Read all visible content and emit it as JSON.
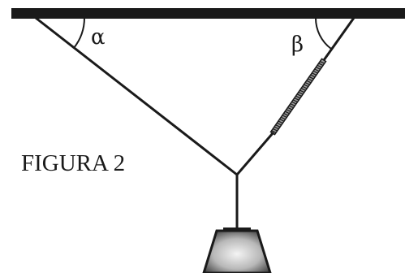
{
  "figure": {
    "label": "FIGURA 2",
    "angle_left": "α",
    "angle_right": "β"
  },
  "colors": {
    "line": "#1a1a1a",
    "ceiling": "#1a1a1a",
    "spring_fill": "#9a9a9a",
    "weight_light": "#f4f4f4",
    "weight_dark": "#3a3a3a",
    "background": "#ffffff"
  }
}
